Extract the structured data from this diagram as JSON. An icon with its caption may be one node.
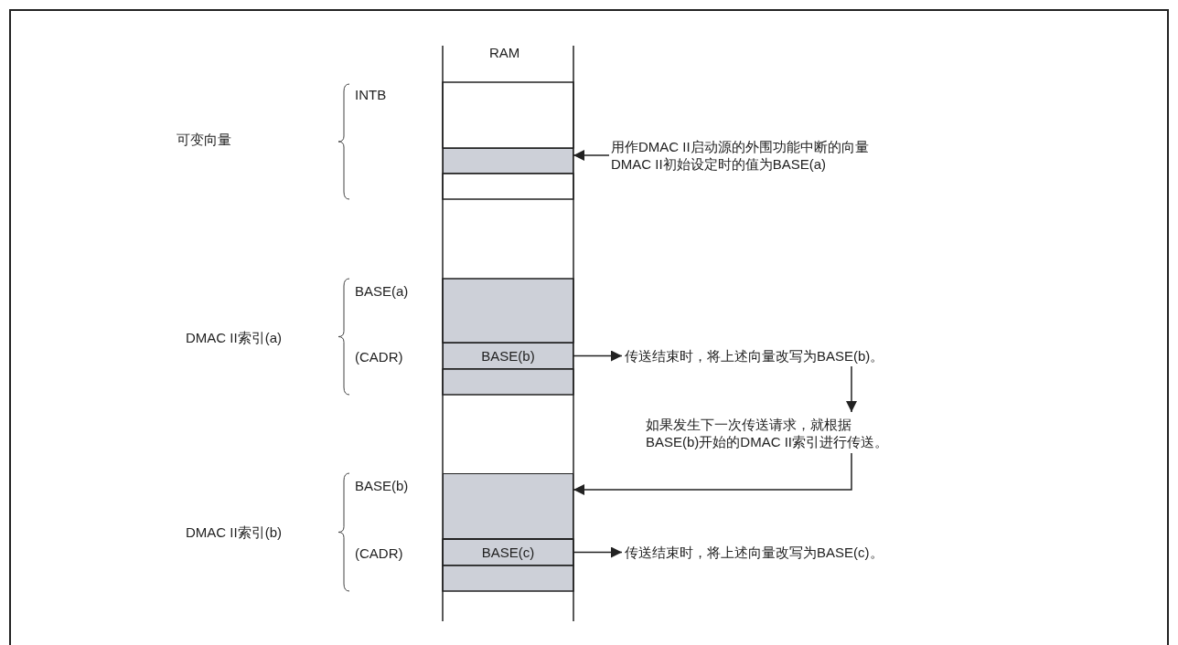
{
  "diagram": {
    "nodes": [
      {
        "text": [],
        "shape": "box"
      },
      {
        "text": [
          "用作DMAC II启动源的外围功能中断的向量DMAC II初始设定时的值为BASE(a)"
        ]
      },
      {
        "text": [
          "BASE(b)"
        ]
      },
      {
        "text": [
          "传送结束时，将上述向量改写为BASE(b)。"
        ]
      },
      {
        "text": [
          "如果发生下一次传送请求，就根据BASE(b)开始的DMAC II索引进行传送。"
        ]
      },
      {
        "text": [],
        "shape": "box"
      },
      {
        "text": [
          "BASE(c)"
        ]
      },
      {
        "text": [
          "传送结束时，将上述向量改写为BASE(c)。"
        ]
      }
    ],
    "edges": [
      {
        "from": 1,
        "to": 0,
        "arrow": "to"
      },
      {
        "from": 2,
        "to": 3,
        "arrow": "to"
      },
      {
        "from": 3,
        "to": 4,
        "arrow": "to"
      },
      {
        "from": 4,
        "to": 5,
        "arrow": "to"
      },
      {
        "from": 6,
        "to": 7,
        "arrow": "to"
      }
    ],
    "labels": [
      "RAM",
      "INTB",
      "可变向量",
      "BASE(a)",
      "DMAC II索引(a)",
      "(CADR)",
      "BASE(b)",
      "DMAC II索引(b)",
      "(CADR)"
    ]
  }
}
